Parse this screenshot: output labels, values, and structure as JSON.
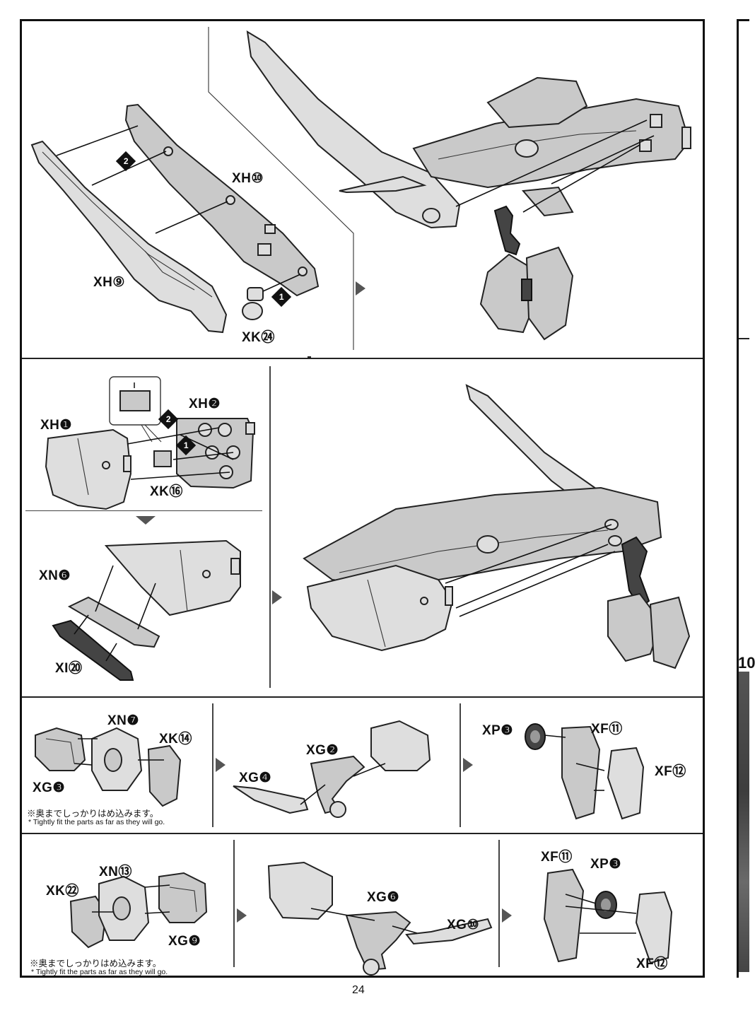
{
  "page": {
    "number": "24"
  },
  "step_a": {
    "labels": {
      "xh10": "XH⑩",
      "xh9": "XH⑨",
      "xk24": "XK㉔"
    },
    "badges": {
      "one": "1",
      "two": "2"
    }
  },
  "step_b": {
    "labels": {
      "xh1": "XH❶",
      "xh2": "XH❷",
      "xk16": "XK⑯",
      "xn6": "XN❻",
      "xi20": "XI⑳"
    },
    "badges": {
      "one": "1",
      "two": "2"
    }
  },
  "step_c": {
    "labels": {
      "xn7": "XN❼",
      "xk14": "XK⑭",
      "xg3": "XG❸",
      "xg2": "XG❷",
      "xg4": "XG❹",
      "xp3": "XP❸",
      "xf11": "XF⑪",
      "xf12": "XF⑫"
    },
    "note_jp": "※奥までしっかりはめ込みます。",
    "note_en": "* Tightly fit the parts as far as they will go."
  },
  "step_d": {
    "labels": {
      "xk22": "XK㉒",
      "xn13": "XN⑬",
      "xg9": "XG❾",
      "xg6": "XG❻",
      "xg10": "XG⑩",
      "xf11": "XF⑪",
      "xp3": "XP❸",
      "xf12": "XF⑫"
    },
    "note_jp": "※奥までしっかりはめ込みます。",
    "note_en": "* Tightly fit the parts as far as they will go."
  },
  "side_strip": {
    "step_number": "10"
  },
  "colors": {
    "line": "#111111",
    "part_fill": "#dedede",
    "dark_part": "#444444",
    "arrow": "#555555"
  }
}
